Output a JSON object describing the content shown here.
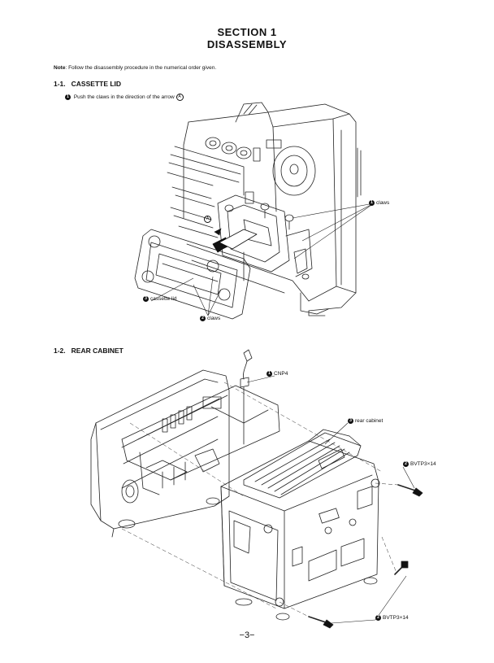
{
  "header": {
    "section": "SECTION 1",
    "title": "DISASSEMBLY"
  },
  "note": {
    "label": "Note",
    "text": ": Follow the disassembly procedure in the numerical order given."
  },
  "sections": [
    {
      "number": "1-1.",
      "title": "CASSETTE LID",
      "step": {
        "bullet": "1",
        "text": "Push the claws in the direction of the arrow",
        "ref": "A"
      },
      "callouts": [
        {
          "bullet": "1",
          "text": "claws"
        },
        {
          "bullet": "3",
          "text": "cassette lid"
        },
        {
          "bullet": "2",
          "text": "claws"
        }
      ],
      "arrow_marker": "A"
    },
    {
      "number": "1-2.",
      "title": "REAR CABINET",
      "callouts": [
        {
          "bullet": "1",
          "text": "CNP4"
        },
        {
          "bullet": "3",
          "text": "rear cabinet"
        },
        {
          "bullet": "2",
          "text": "BVTP3×14"
        },
        {
          "bullet": "2",
          "text": "BVTP3×14"
        }
      ]
    }
  ],
  "footer": {
    "page": "−3−"
  }
}
